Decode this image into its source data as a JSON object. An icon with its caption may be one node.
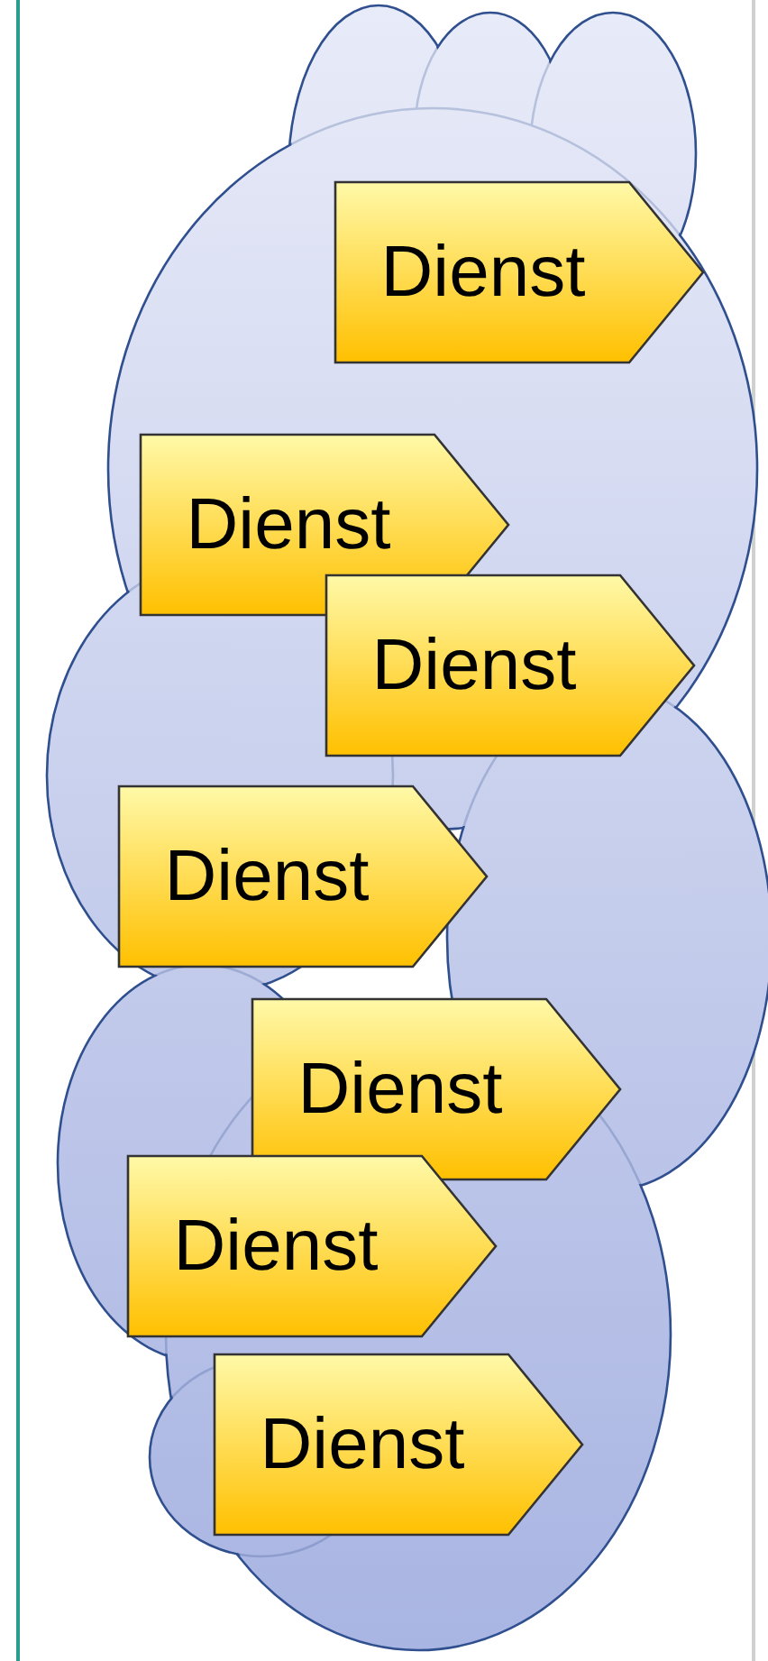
{
  "diagram": {
    "nodes": [
      {
        "text": [],
        "shape": "cloud"
      },
      {
        "text": [
          "Dienst"
        ],
        "in": 0
      },
      {
        "text": [
          "Dienst"
        ],
        "in": 0
      },
      {
        "text": [
          "Dienst"
        ],
        "in": 0
      },
      {
        "text": [
          "Dienst"
        ],
        "in": 0
      },
      {
        "text": [
          "Dienst"
        ],
        "in": 0
      },
      {
        "text": [
          "Dienst"
        ],
        "in": 0
      },
      {
        "text": [
          "Dienst"
        ],
        "in": 0
      }
    ],
    "edges": []
  }
}
